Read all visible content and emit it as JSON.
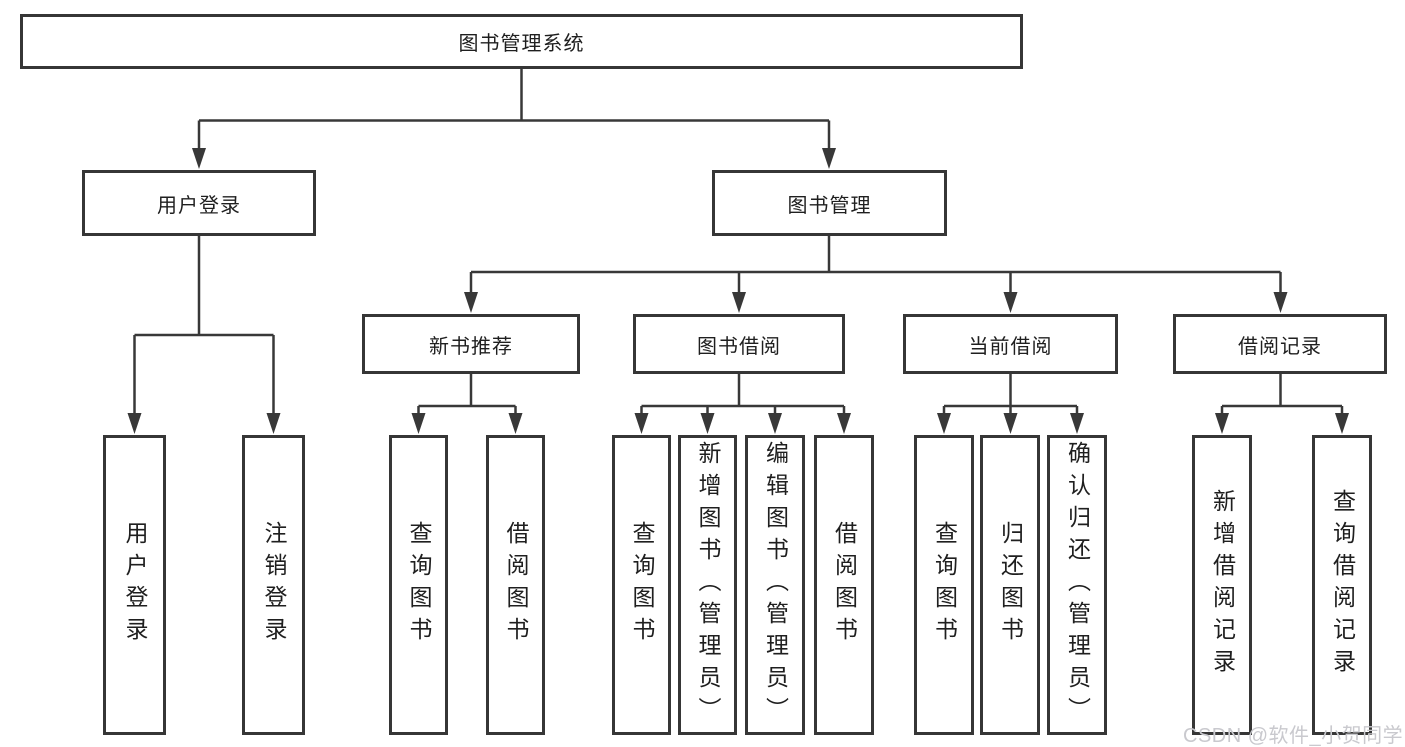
{
  "diagram": {
    "root": "图书管理系统",
    "children": [
      {
        "label": "用户登录",
        "leaves": [
          "用户登录",
          "注销登录"
        ]
      },
      {
        "label": "图书管理",
        "children": [
          {
            "label": "新书推荐",
            "leaves": [
              "查询图书",
              "借阅图书"
            ]
          },
          {
            "label": "图书借阅",
            "leaves": [
              "查询图书",
              "新增图书（管理员）",
              "编辑图书（管理员）",
              "借阅图书"
            ]
          },
          {
            "label": "当前借阅",
            "leaves": [
              "查询图书",
              "归还图书",
              "确认归还（管理员）"
            ]
          },
          {
            "label": "借阅记录",
            "leaves": [
              "新增借阅记录",
              "查询借阅记录"
            ]
          }
        ]
      }
    ]
  },
  "watermark": "CSDN @软件_小贺同学",
  "colors": {
    "background": "#ffffff",
    "box_border": "#363636",
    "connector": "#383838",
    "text": "#1f1f1f",
    "watermark": "#c9c9ce"
  }
}
